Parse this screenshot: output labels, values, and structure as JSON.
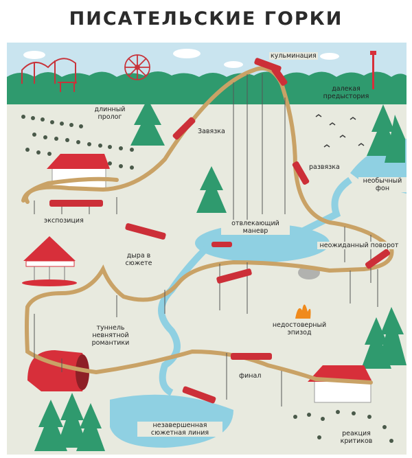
{
  "title": "ПИСАТЕЛЬСКИЕ ГОРКИ",
  "labels": {
    "culmination": "кульминация",
    "distant_prehistory": "далекая предыстория",
    "long_prologue": "длинный пролог",
    "setup": "Завязка",
    "denouement": "развязка",
    "unusual_background": "необычный фон",
    "exposition": "экспозиция",
    "distracting_maneuver": "отвлекающий маневр",
    "unexpected_twist": "неожиданный поворот",
    "plot_hole": "дыра в сюжете",
    "tunnel_romance": "туннель невнятной романтики",
    "unreliable_episode": "недостоверный эпизод",
    "finale": "финал",
    "unfinished_plotline": "незавершенная сюжетная линия",
    "critics_reaction": "реакция критиков"
  },
  "colors": {
    "sky": "#c9e4ef",
    "forest": "#2f9a6e",
    "ground": "#e8eadf",
    "water": "#8fd0e2",
    "track": "#c9a266",
    "car": "#cc2f38",
    "roof": "#d72f3a"
  },
  "icons": [
    "ferris-wheel-icon",
    "carousel-icon",
    "tree-icon",
    "house-icon",
    "tunnel-icon",
    "campfire-icon",
    "bird-icon",
    "boat-icon",
    "tower-icon"
  ]
}
